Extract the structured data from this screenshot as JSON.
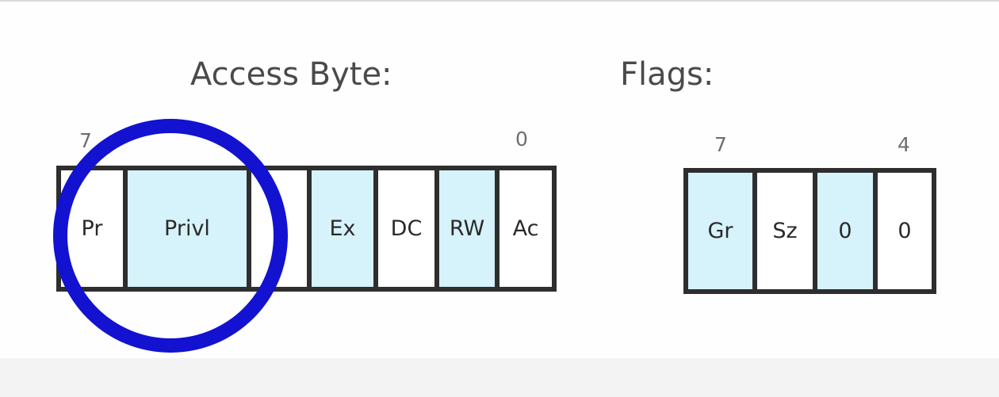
{
  "access_byte": {
    "title": "Access Byte:",
    "bit_high": "7",
    "bit_low": "0",
    "cells": [
      {
        "label": "Pr",
        "color": "#ffffff"
      },
      {
        "label": "Privl",
        "color": "#d6f2fa"
      },
      {
        "label": "",
        "color": "#ffffff"
      },
      {
        "label": "Ex",
        "color": "#d6f2fa"
      },
      {
        "label": "DC",
        "color": "#ffffff"
      },
      {
        "label": "RW",
        "color": "#d6f2fa"
      },
      {
        "label": "Ac",
        "color": "#ffffff"
      }
    ]
  },
  "flags": {
    "title": "Flags:",
    "bit_high": "7",
    "bit_low": "4",
    "cells": [
      {
        "label": "Gr",
        "color": "#d6f2fa"
      },
      {
        "label": "Sz",
        "color": "#ffffff"
      },
      {
        "label": "0",
        "color": "#d6f2fa"
      },
      {
        "label": "0",
        "color": "#ffffff"
      }
    ]
  },
  "highlight": {
    "color": "#1212d0",
    "target": "Pr, Privl"
  }
}
